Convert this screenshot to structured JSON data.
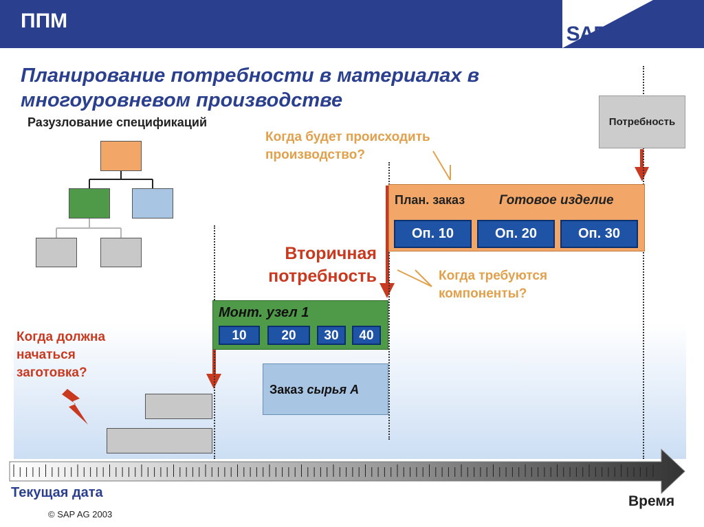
{
  "header": {
    "title": "ППМ",
    "logo": "SAP"
  },
  "title_line1": "Планирование потребности в материалах в",
  "title_line2": "многоуровневом производстве",
  "bom_label": "Разузлование спецификаций",
  "demand_label": "Потребность",
  "question_production_l1": "Когда будет происходить",
  "question_production_l2": "производство?",
  "planned_order": {
    "label": "План. заказ",
    "product": "Готовое изделие",
    "ops": [
      "Оп. 10",
      "Оп. 20",
      "Оп. 30"
    ]
  },
  "secondary_l1": "Вторичная",
  "secondary_l2": "потребность",
  "question_components_l1": "Когда требуются",
  "question_components_l2": "компоненты?",
  "assembly": {
    "label": "Монт. узел 1",
    "ops": [
      "10",
      "20",
      "30",
      "40"
    ]
  },
  "raw_order": {
    "label_plain": "Заказ ",
    "label_italic": "сырья А"
  },
  "question_procurement": [
    "Когда должна",
    "начаться",
    "заготовка?"
  ],
  "current_date": "Текущая дата",
  "time_label": "Время",
  "copyright": "SAP AG 2003",
  "colors": {
    "header_blue": "#2a3f8d",
    "orange": "#f2a768",
    "green": "#4e9a48",
    "light_blue": "#a9c5e4",
    "red": "#c8391f",
    "question_orange": "#e1a04b"
  }
}
